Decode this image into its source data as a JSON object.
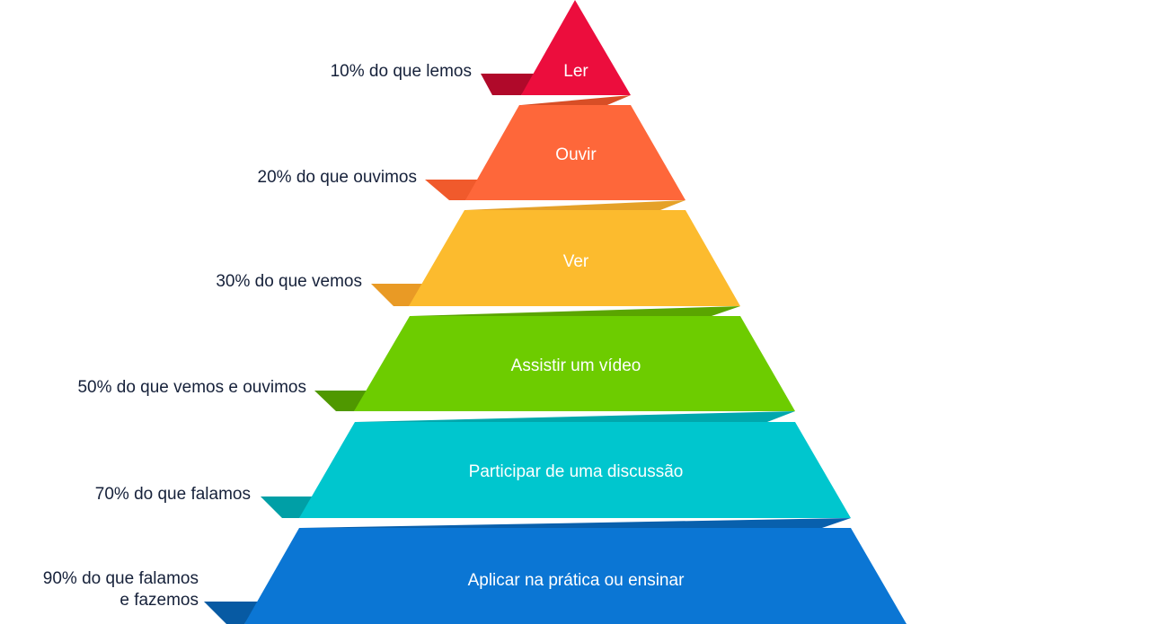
{
  "diagram": {
    "tiers": [
      {
        "title": "Ler",
        "retention": [
          "10% do que lemos"
        ],
        "color": "#ec0d3d",
        "shade": "#c30a30",
        "fold": "#b0092a"
      },
      {
        "title": "Ouvir",
        "retention": [
          "20% do que ouvimos"
        ],
        "color": "#fe673a",
        "shade": "#d84e26",
        "fold": "#f05a2c"
      },
      {
        "title": "Ver",
        "retention": [
          "30% do que vemos"
        ],
        "color": "#fcbb2e",
        "shade": "#e5a128",
        "fold": "#e99a25"
      },
      {
        "title": "Assistir um vídeo",
        "retention": [
          "50% do que vemos e ouvimos"
        ],
        "color": "#6dcc00",
        "shade": "#5aa500",
        "fold": "#4f9800"
      },
      {
        "title": "Participar de uma discussão",
        "retention": [
          "70% do que falamos"
        ],
        "color": "#00c6ce",
        "shade": "#00a7ad",
        "fold": "#009fa6"
      },
      {
        "title": "Aplicar na prática ou ensinar",
        "retention": [
          "90% do que falamos",
          "e fazemos"
        ],
        "color": "#0b76d4",
        "shade": "#0860ad",
        "fold": "#075aa3"
      }
    ]
  }
}
